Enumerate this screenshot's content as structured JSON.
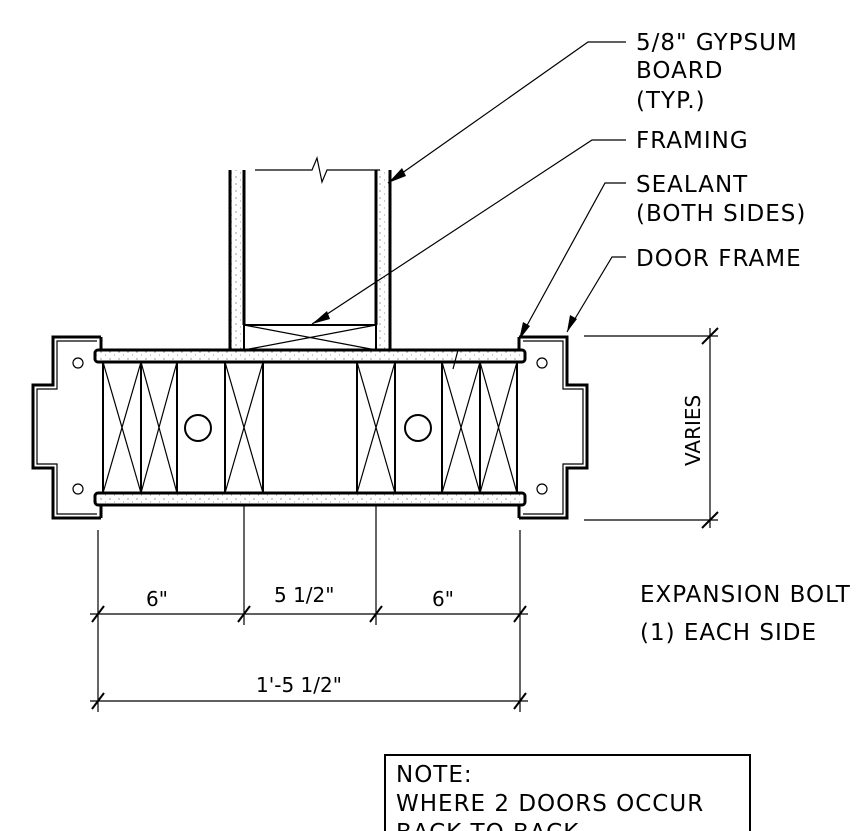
{
  "labels": {
    "gypsum_line1": "5/8\" GYPSUM",
    "gypsum_line2": "BOARD",
    "gypsum_line3": "(TYP.)",
    "framing": "FRAMING",
    "sealant_line1": "SEALANT",
    "sealant_line2": "(BOTH SIDES)",
    "door_frame": "DOOR FRAME",
    "expansion_line1": "EXPANSION BOLT",
    "expansion_line2": "(1) EACH SIDE"
  },
  "dimensions": {
    "left_segment": "6\"",
    "middle_segment": "5 1/2\"",
    "right_segment": "6\"",
    "overall": "1'-5 1/2\"",
    "vertical": "VARIES"
  },
  "note": {
    "line1": "NOTE:",
    "line2": "WHERE 2 DOORS OCCUR",
    "line3": "BACK TO BACK"
  }
}
